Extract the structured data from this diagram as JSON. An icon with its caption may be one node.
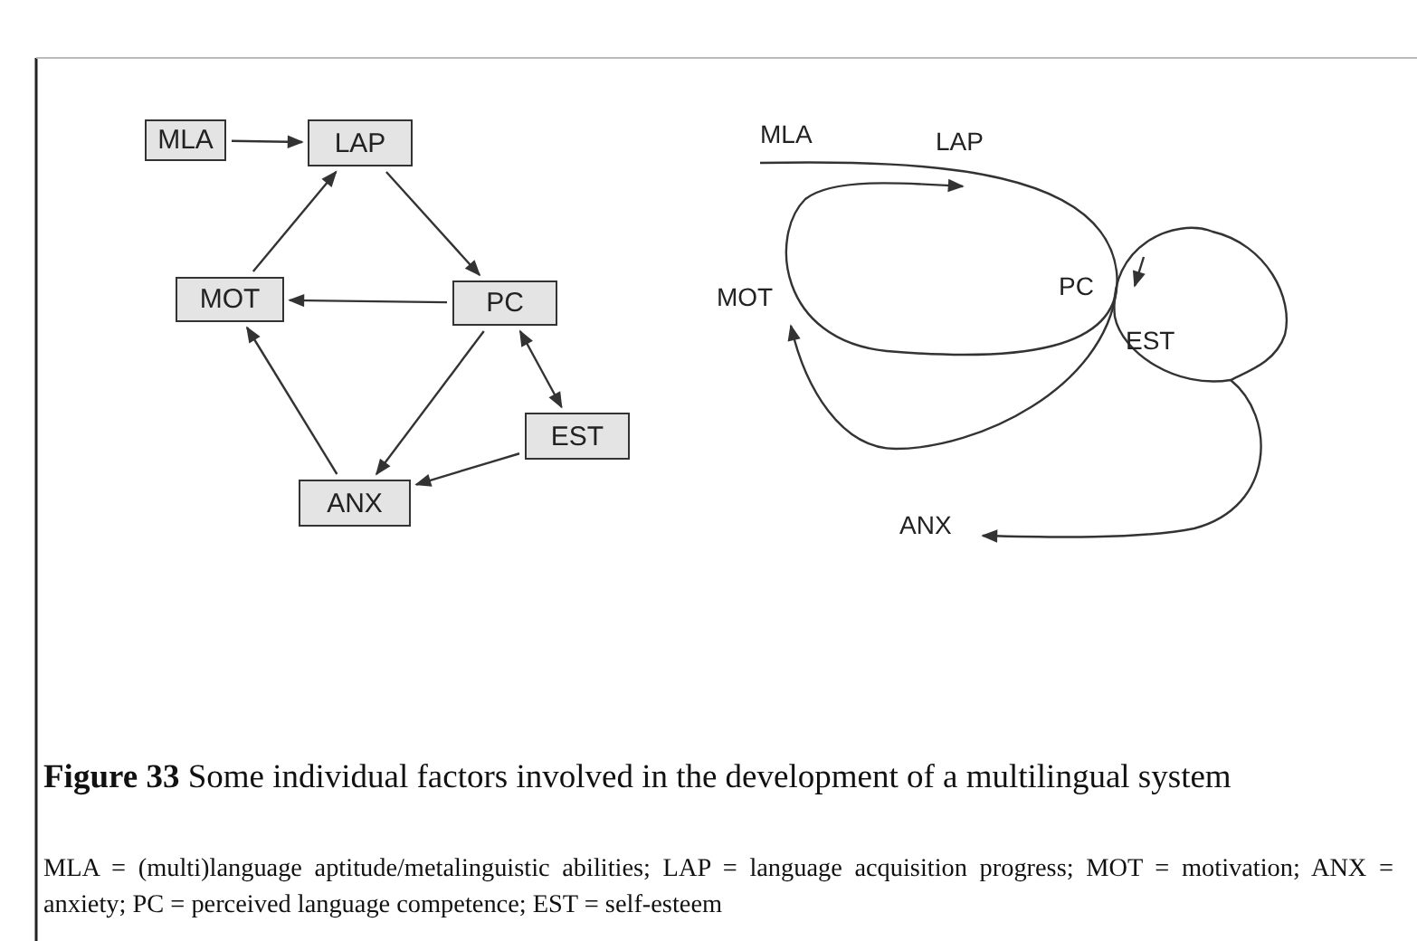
{
  "diagram": {
    "caption": "**Figure 33** Some individual factors involved in the development of a multilingual system",
    "nodes": [
      {
        "text": [
          "MLA"
        ]
      },
      {
        "text": [
          "LAP"
        ]
      },
      {
        "text": [
          "MOT"
        ]
      },
      {
        "text": [
          "PC"
        ]
      },
      {
        "text": [
          "EST"
        ]
      },
      {
        "text": [
          "ANX"
        ]
      }
    ],
    "edges": [
      {
        "from": 0,
        "to": 1,
        "arrow": "to"
      },
      {
        "from": 1,
        "to": 3,
        "arrow": "to"
      },
      {
        "from": 3,
        "to": 2,
        "arrow": "to"
      },
      {
        "from": 2,
        "to": 1,
        "arrow": "to"
      },
      {
        "from": 3,
        "to": 5,
        "arrow": "to"
      },
      {
        "from": 3,
        "to": 4,
        "arrow": "both"
      },
      {
        "from": 4,
        "to": 5,
        "arrow": "to"
      },
      {
        "from": 5,
        "to": 2,
        "arrow": "to"
      }
    ],
    "labels": [
      "MLA",
      "LAP",
      "MOT",
      "PC",
      "EST",
      "ANX",
      "MLA = (multi)language aptitude/metalinguistic abilities; LAP = language acquisition progress; MOT = motivation; ANX = anxiety; PC = perceived language competence; EST = self-esteem"
    ]
  }
}
